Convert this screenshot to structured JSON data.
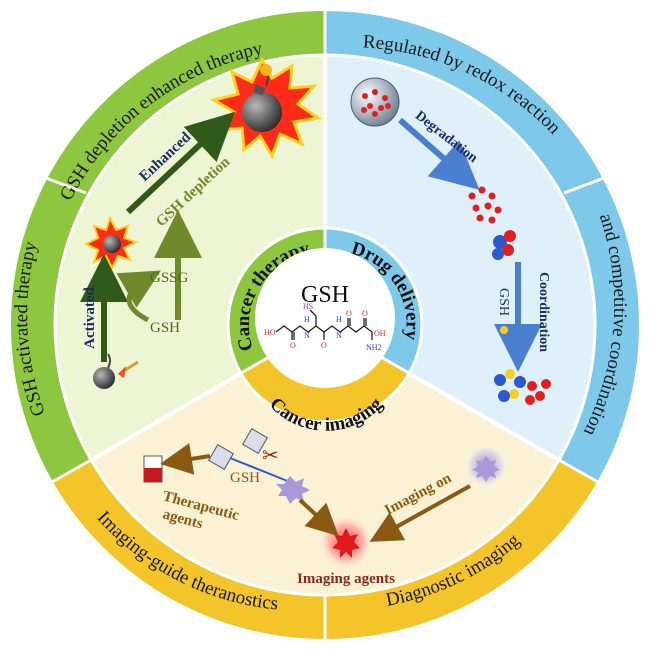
{
  "center": {
    "title": "GSH",
    "molecule_labels": {
      "hs": "HS",
      "ho": "HO",
      "oh": "OH",
      "nh2": "NH2",
      "h1": "H",
      "h2": "H",
      "o1": "O",
      "o2": "O",
      "o3": "O",
      "o4": "O",
      "n1": "N",
      "n2": "N"
    }
  },
  "inner_ring": {
    "cancer_therapy": "Cancer therapy",
    "drug_delivery": "Drug delivery",
    "cancer_imaging": "Cancer imaging"
  },
  "outer_ring": {
    "gsh_depletion_enhanced_therapy": "GSH depletion enhanced therapy",
    "regulated_by_redox_reaction": "Regulated by redox reaction",
    "and_competitive_coordination": "and competitive coordination",
    "gsh_activated_therapy": "GSH activated therapy",
    "imaging_guide_theranostics": "Imaging-guide theranostics",
    "diagnostic_imaging": "Diagnostic imaging"
  },
  "therapy_panel": {
    "enhanced": "Enhanced",
    "gsh_depletion": "GSH depletion",
    "activated": "Activated",
    "gssg": "GSSG",
    "gsh": "GSH"
  },
  "delivery_panel": {
    "degradation": "Degradation",
    "coordination": "Coordination",
    "gsh": "GSH"
  },
  "imaging_panel": {
    "gsh": "GSH",
    "therapeutic_agents": "Therapeutic agents",
    "therapeutic_line1": "Therapeutic",
    "therapeutic_line2": "agents",
    "imaging_on": "Imaging on",
    "imaging_agents": "Imaging agents"
  },
  "colors": {
    "green_ring": "#8dc63f",
    "blue_ring": "#7ec8e9",
    "yellow_ring": "#f3c52a",
    "therapy_bg": "#eef5d4",
    "delivery_bg": "#dff0fa",
    "imaging_bg": "#fbf1d4",
    "navy_text": "#1a2a6c",
    "olive_arrow": "#6f8a2a",
    "brown_arrow": "#8a5a12",
    "blue_arrow": "#4a7fd0"
  }
}
